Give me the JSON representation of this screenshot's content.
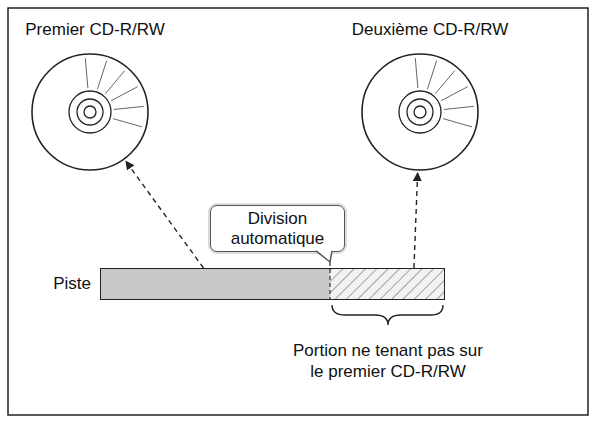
{
  "diagram": {
    "nodes": [
      {
        "text": [
          "Premier CD-R/RW"
        ]
      },
      {
        "text": [
          "Deuxième CD-R/RW"
        ]
      },
      {
        "text": [
          "Division automatique"
        ]
      },
      {
        "text": [
          "Piste"
        ]
      }
    ],
    "edges": [
      {
        "from": 3,
        "to": 0,
        "arrow": "to"
      },
      {
        "from": 3,
        "to": 1,
        "arrow": "to"
      }
    ],
    "labels": [
      "Portion ne tenant pas sur le premier CD-R/RW"
    ]
  }
}
